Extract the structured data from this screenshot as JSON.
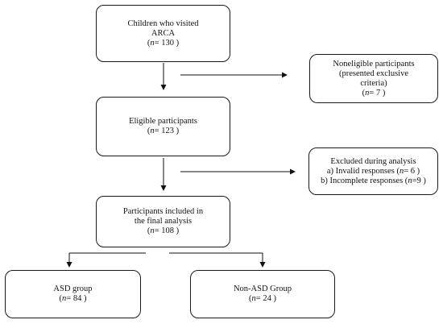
{
  "boxes": {
    "visited": {
      "lines": [
        "Children who visited",
        "ARCA"
      ],
      "n_var": "n",
      "n_value": "= 130 )"
    },
    "noneligible": {
      "lines": [
        "Noneligible participants",
        "(presented exclusive",
        "criteria)"
      ],
      "n_var": "n",
      "n_value": "= 7 )"
    },
    "eligible": {
      "lines": [
        "Eligible participants"
      ],
      "n_var": "n",
      "n_value": "= 123 )"
    },
    "excluded": {
      "lines": [
        "Excluded during analysis",
        "a) Invalid responses (",
        "b) Incomplete responses ("
      ],
      "line2_var": "n",
      "line2_value": "= 6 )",
      "line3_var": "n",
      "line3_value": "=9 )"
    },
    "included": {
      "lines": [
        "Participants included in",
        "the final analysis"
      ],
      "n_var": "n",
      "n_value": "= 108 )"
    },
    "asd": {
      "lines": [
        "ASD group"
      ],
      "n_var": "n",
      "n_value": "= 84 )"
    },
    "nonasd": {
      "lines": [
        "Non-ASD Group"
      ],
      "n_var": "n",
      "n_value": "= 24 )"
    }
  }
}
